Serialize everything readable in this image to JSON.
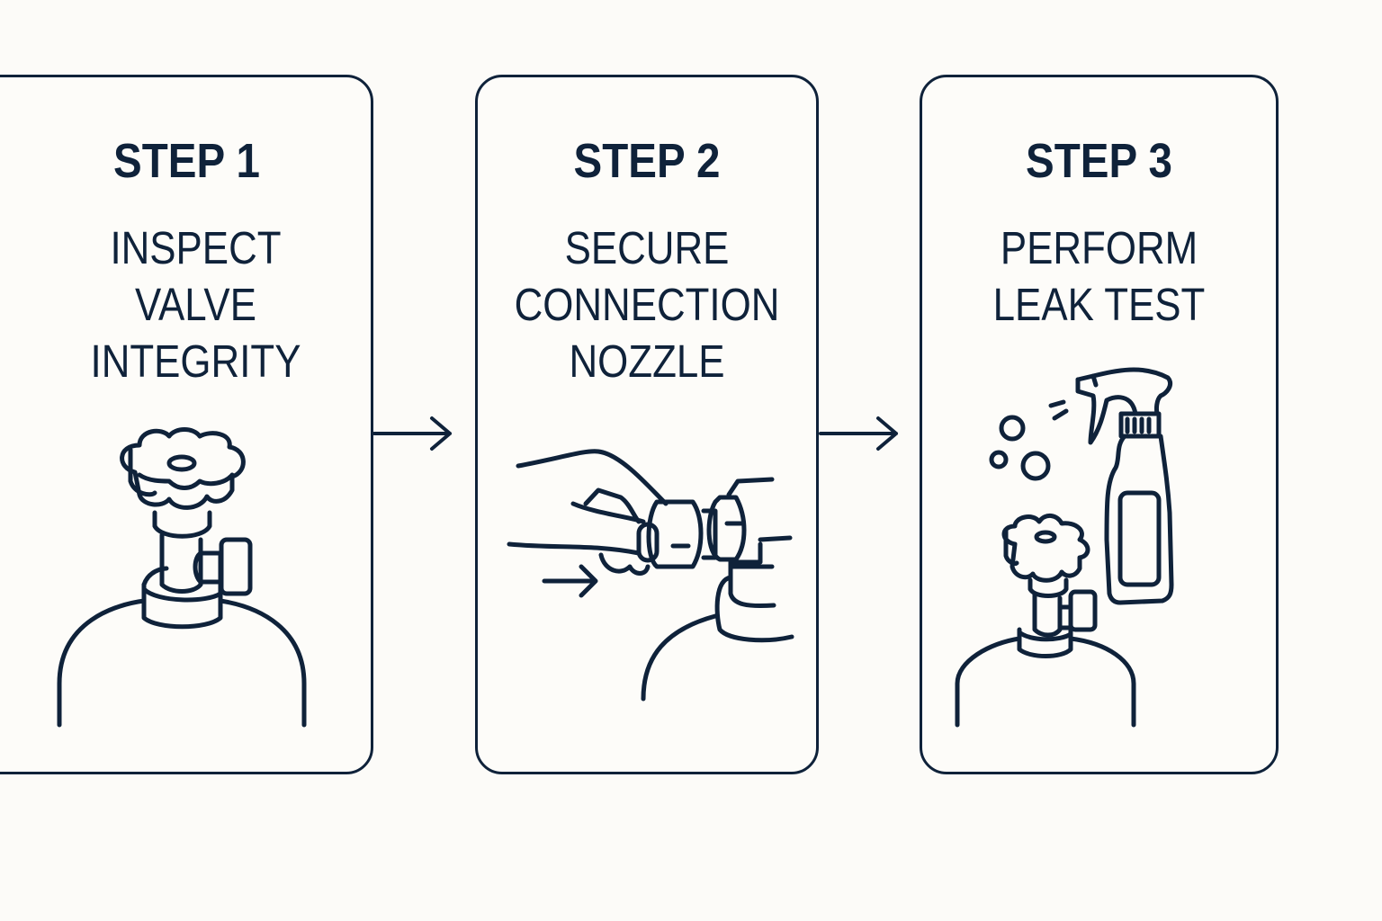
{
  "steps": [
    {
      "title": "STEP 1",
      "description": [
        "INSPECT",
        "VALVE",
        "INTEGRITY"
      ],
      "illustration": "cylinder-valve-icon"
    },
    {
      "title": "STEP 2",
      "description": [
        "SECURE",
        "CONNECTION",
        "NOZZLE"
      ],
      "illustration": "hand-connecting-nozzle-icon"
    },
    {
      "title": "STEP 3",
      "description": [
        "PERFORM",
        "LEAK TEST"
      ],
      "illustration": "spray-bottle-leak-test-icon"
    }
  ],
  "connectors": [
    "arrow-right-icon",
    "arrow-right-icon"
  ],
  "colors": {
    "ink": "#0f223a",
    "background": "#fcfbf8"
  }
}
